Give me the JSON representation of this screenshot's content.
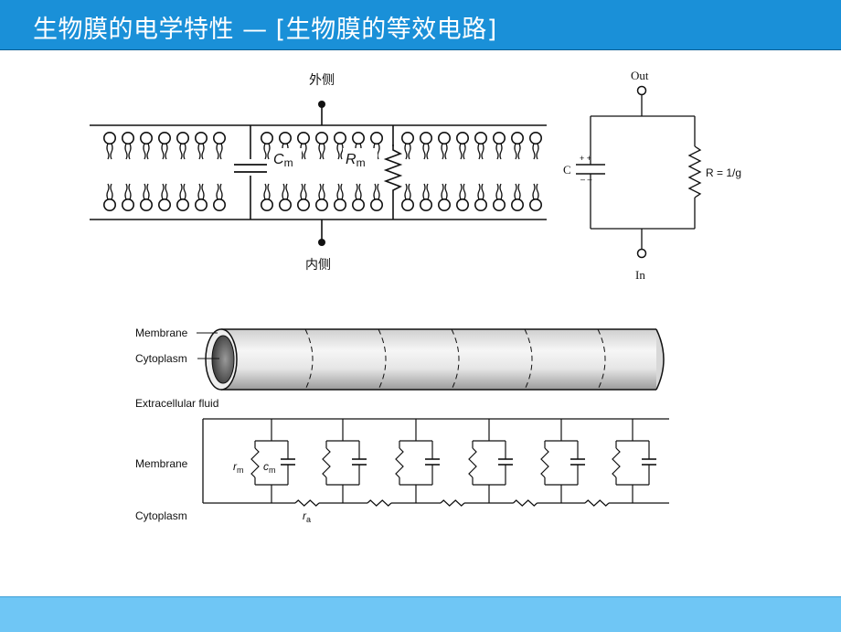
{
  "title": "生物膜的电学特性 — [生物膜的等效电路]",
  "membrane_diagram": {
    "outside_label": "外侧",
    "inside_label": "内侧",
    "cm_label": "C",
    "cm_sub": "m",
    "rm_label": "R",
    "rm_sub": "m"
  },
  "rc_circuit": {
    "out_label": "Out",
    "in_label": "In",
    "c_label": "C",
    "r_label": "R = 1/g"
  },
  "cable_diagram": {
    "membrane_label": "Membrane",
    "cytoplasm_label": "Cytoplasm",
    "extracellular_label": "Extracellular fluid",
    "membrane_label_2": "Membrane",
    "cytoplasm_label_2": "Cytoplasm",
    "rm_label": "r",
    "rm_sub": "m",
    "cm_label": "c",
    "cm_sub": "m",
    "ra_label": "r",
    "ra_sub": "a"
  },
  "colors": {
    "header": "#1a90d8",
    "footer": "#6fc6f5",
    "title_text": "#ffffff"
  }
}
